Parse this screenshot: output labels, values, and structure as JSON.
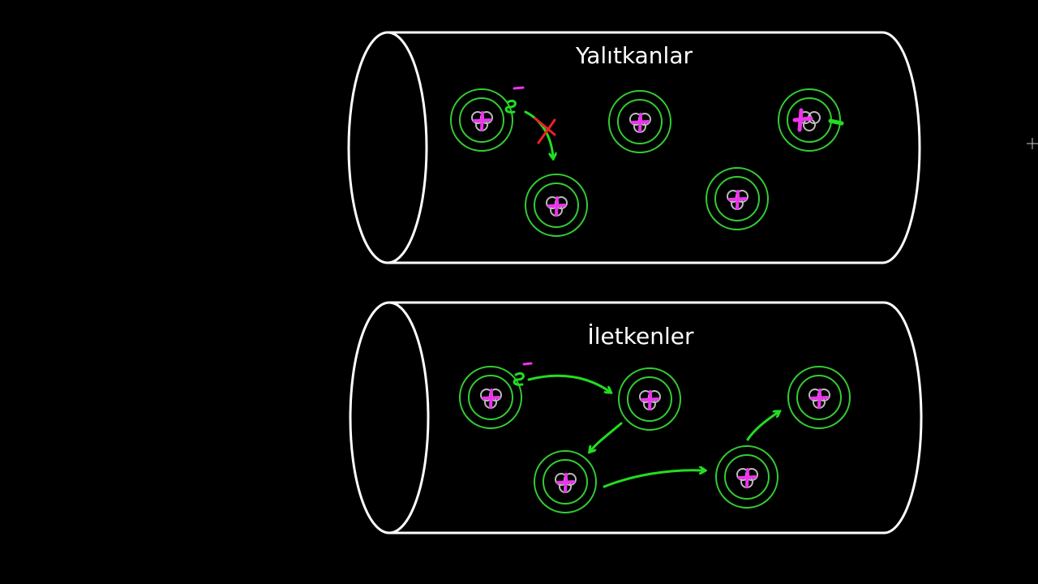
{
  "insulators": {
    "title": "Yalıtkanlar",
    "electron_label": "e"
  },
  "conductors": {
    "title": "İletkenler",
    "electron_label": "e"
  },
  "colors": {
    "background": "#000000",
    "tube": "#ffffff",
    "orbit": "#33cc33",
    "nucleus": "#ee33ee",
    "nucleus_outline": "#bbbbbb",
    "arrow": "#22dd22",
    "blocked": "#ee2222"
  }
}
